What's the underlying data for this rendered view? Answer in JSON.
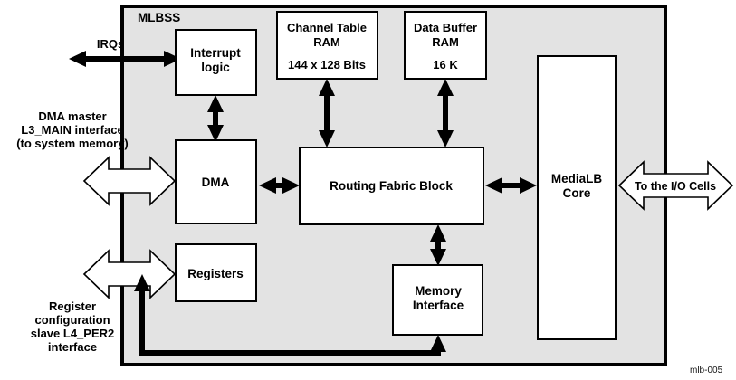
{
  "diagram": {
    "title": "MLBSS",
    "caption": "mlb-005",
    "colors": {
      "frame_fill": "#e3e3e3",
      "block_fill": "#ffffff",
      "stroke": "#000000"
    },
    "blocks": {
      "interrupt_logic": {
        "line1": "Interrupt",
        "line2": "logic"
      },
      "channel_table_ram": {
        "line1": "Channel Table",
        "line2": "RAM",
        "line3": "144 x 128 Bits"
      },
      "data_buffer_ram": {
        "line1": "Data Buffer",
        "line2": "RAM",
        "line3": "16 K"
      },
      "dma": {
        "line1": "DMA"
      },
      "routing_fabric_block": {
        "line1": "Routing Fabric Block"
      },
      "medialb_core": {
        "line1": "MediaLB",
        "line2": "Core"
      },
      "registers": {
        "line1": "Registers"
      },
      "memory_interface": {
        "line1": "Memory",
        "line2": "Interface"
      }
    },
    "labels": {
      "irqs": "IRQs",
      "dma_master_1": "DMA master",
      "dma_master_2": "L3_MAIN interface",
      "dma_master_3": "(to system memory)",
      "register_cfg_1": "Register",
      "register_cfg_2": "configuration",
      "register_cfg_3": "slave L4_PER2",
      "register_cfg_4": "interface",
      "to_io_cells": "To the I/O Cells"
    }
  }
}
